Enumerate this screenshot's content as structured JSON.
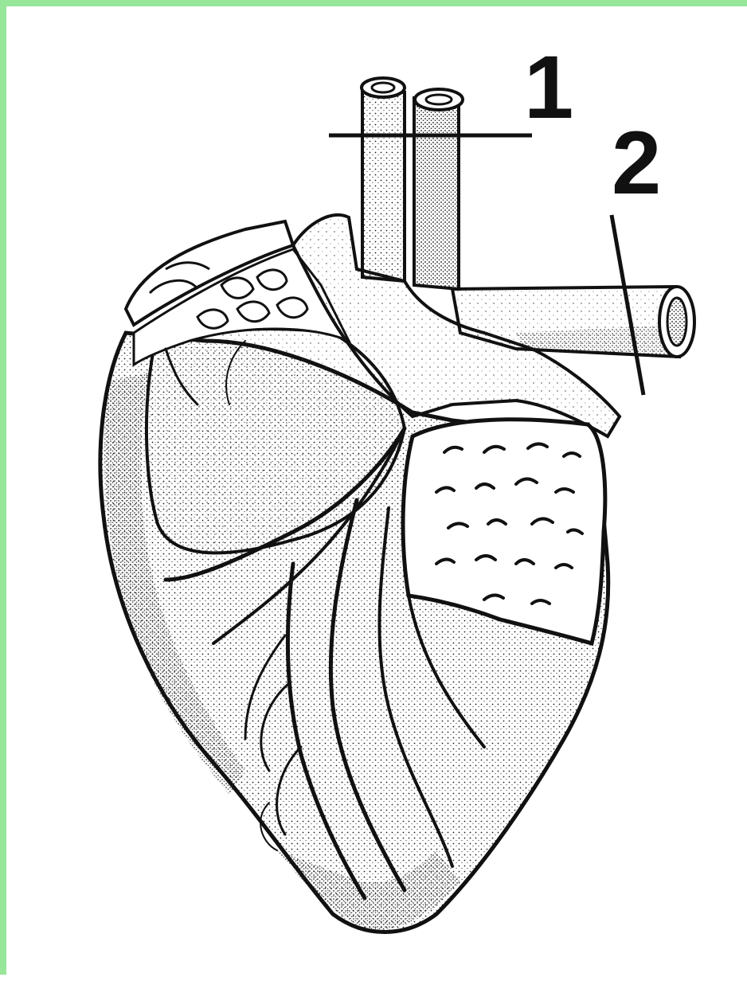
{
  "diagram": {
    "callouts": [
      {
        "id": "1",
        "label": "1"
      },
      {
        "id": "2",
        "label": "2"
      }
    ]
  },
  "colors": {
    "frame": "#98e69a",
    "ink": "#111111",
    "background": "#ffffff"
  }
}
